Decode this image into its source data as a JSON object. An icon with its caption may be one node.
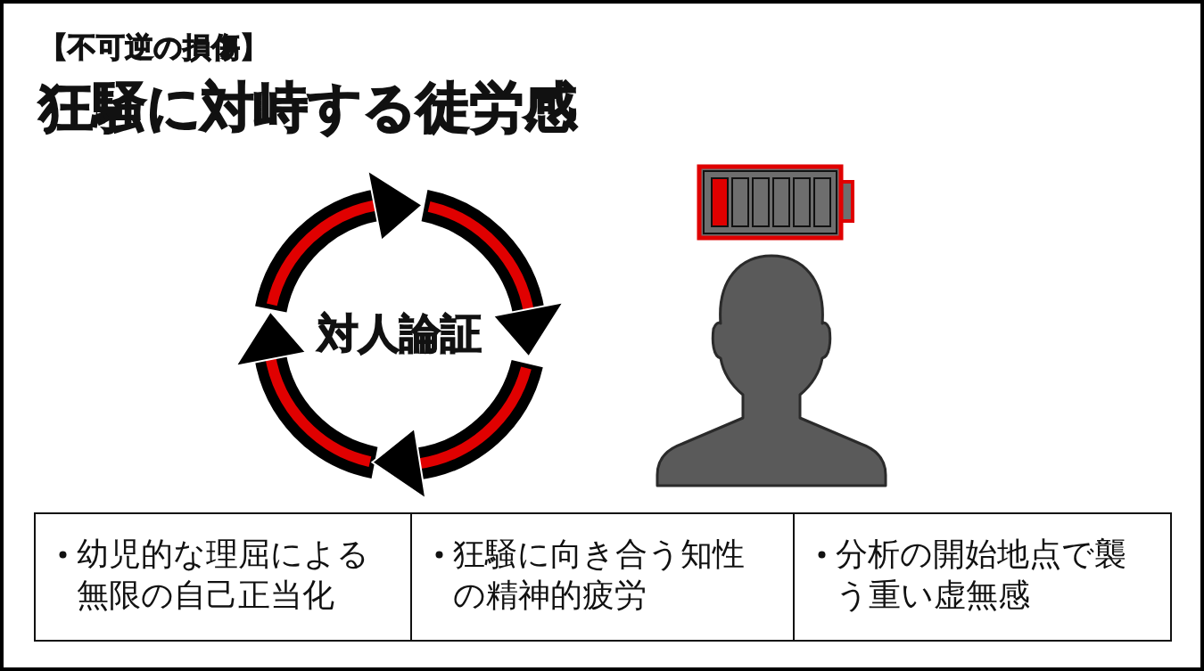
{
  "diagram": {
    "title": "狂騒に対峙する徒労感",
    "nodes": [
      {
        "text": [
          "対人論証"
        ]
      },
      {
        "text": [],
        "shape": "person"
      },
      {
        "text": [
          "幼児的な理屈による無限の自己正当化"
        ]
      },
      {
        "text": [
          "狂騒に向き合う知性の精神的疲労"
        ]
      },
      {
        "text": [
          "分析の開始地点で襲う重い虚無感"
        ]
      }
    ],
    "labels": [
      "【不可逆の損傷】"
    ]
  }
}
